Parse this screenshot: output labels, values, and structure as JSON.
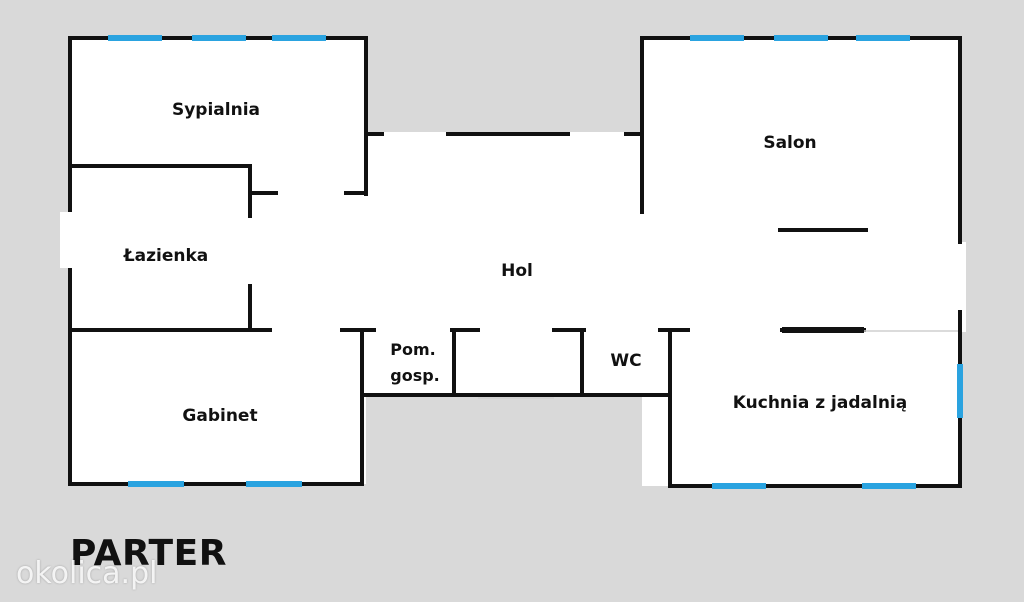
{
  "rooms": {
    "sypialnia": "Sypialnia",
    "lazienka": "Łazienka",
    "gabinet": "Gabinet",
    "hol": "Hol",
    "pom_line1": "Pom.",
    "pom_line2": "gosp.",
    "wc": "WC",
    "salon": "Salon",
    "kuchnia": "Kuchnia z jadalnią"
  },
  "floor_title": "PARTER",
  "watermark": "okolica.pl",
  "colors": {
    "wall": "#111111",
    "window": "#2aa3e0",
    "floor": "#ffffff",
    "background": "#d9d9d9"
  }
}
